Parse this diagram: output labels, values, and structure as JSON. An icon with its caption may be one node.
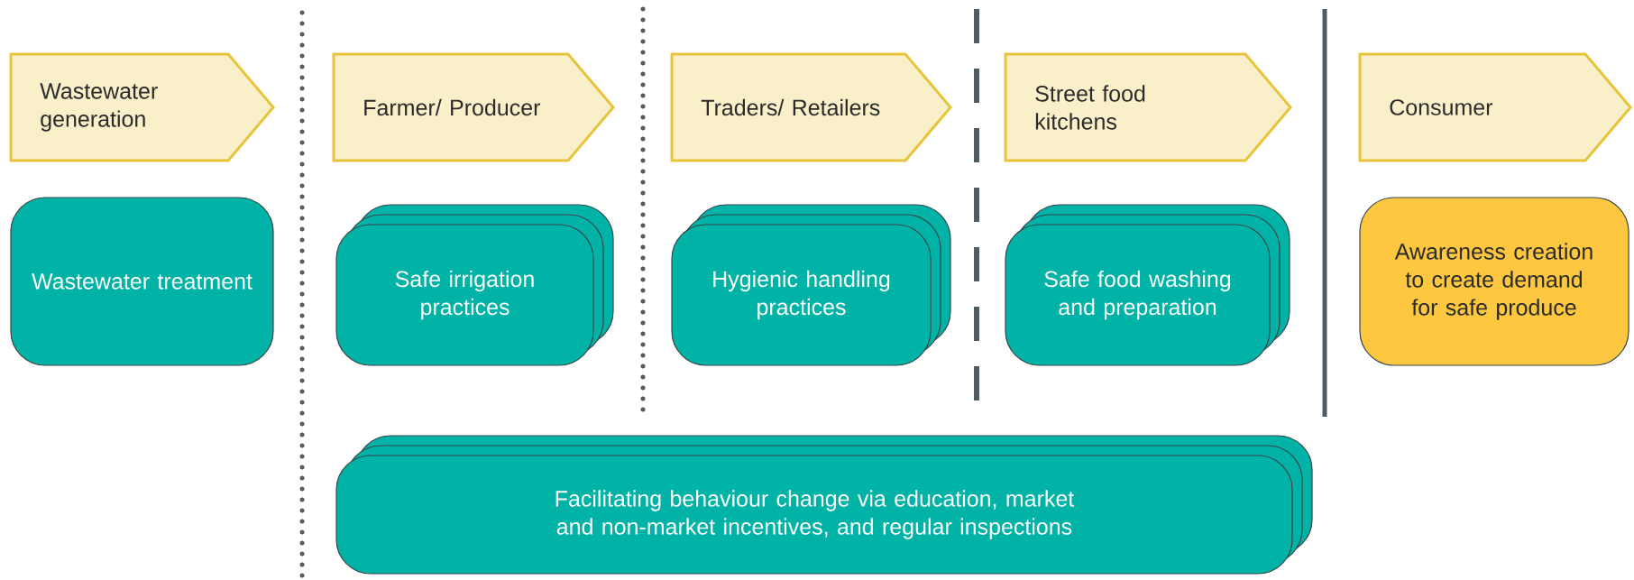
{
  "diagram": {
    "nodes": [
      {
        "text": [
          "Wastewater generation"
        ]
      },
      {
        "text": [
          "Farmer/ Producer"
        ]
      },
      {
        "text": [
          "Traders/ Retailers"
        ]
      },
      {
        "text": [
          "Street food kitchens"
        ]
      },
      {
        "text": [
          "Consumer"
        ]
      },
      {
        "text": [
          "Wastewater treatment"
        ]
      },
      {
        "text": [
          "Safe irrigation practices"
        ]
      },
      {
        "text": [
          "Hygienic handling practices"
        ]
      },
      {
        "text": [
          "Safe food washing and preparation"
        ]
      },
      {
        "text": [
          "Awareness creation to create demand for safe produce"
        ]
      },
      {
        "text": [
          "Facilitating behaviour change via education, market and non-market incentives, and regular inspections"
        ]
      }
    ]
  }
}
